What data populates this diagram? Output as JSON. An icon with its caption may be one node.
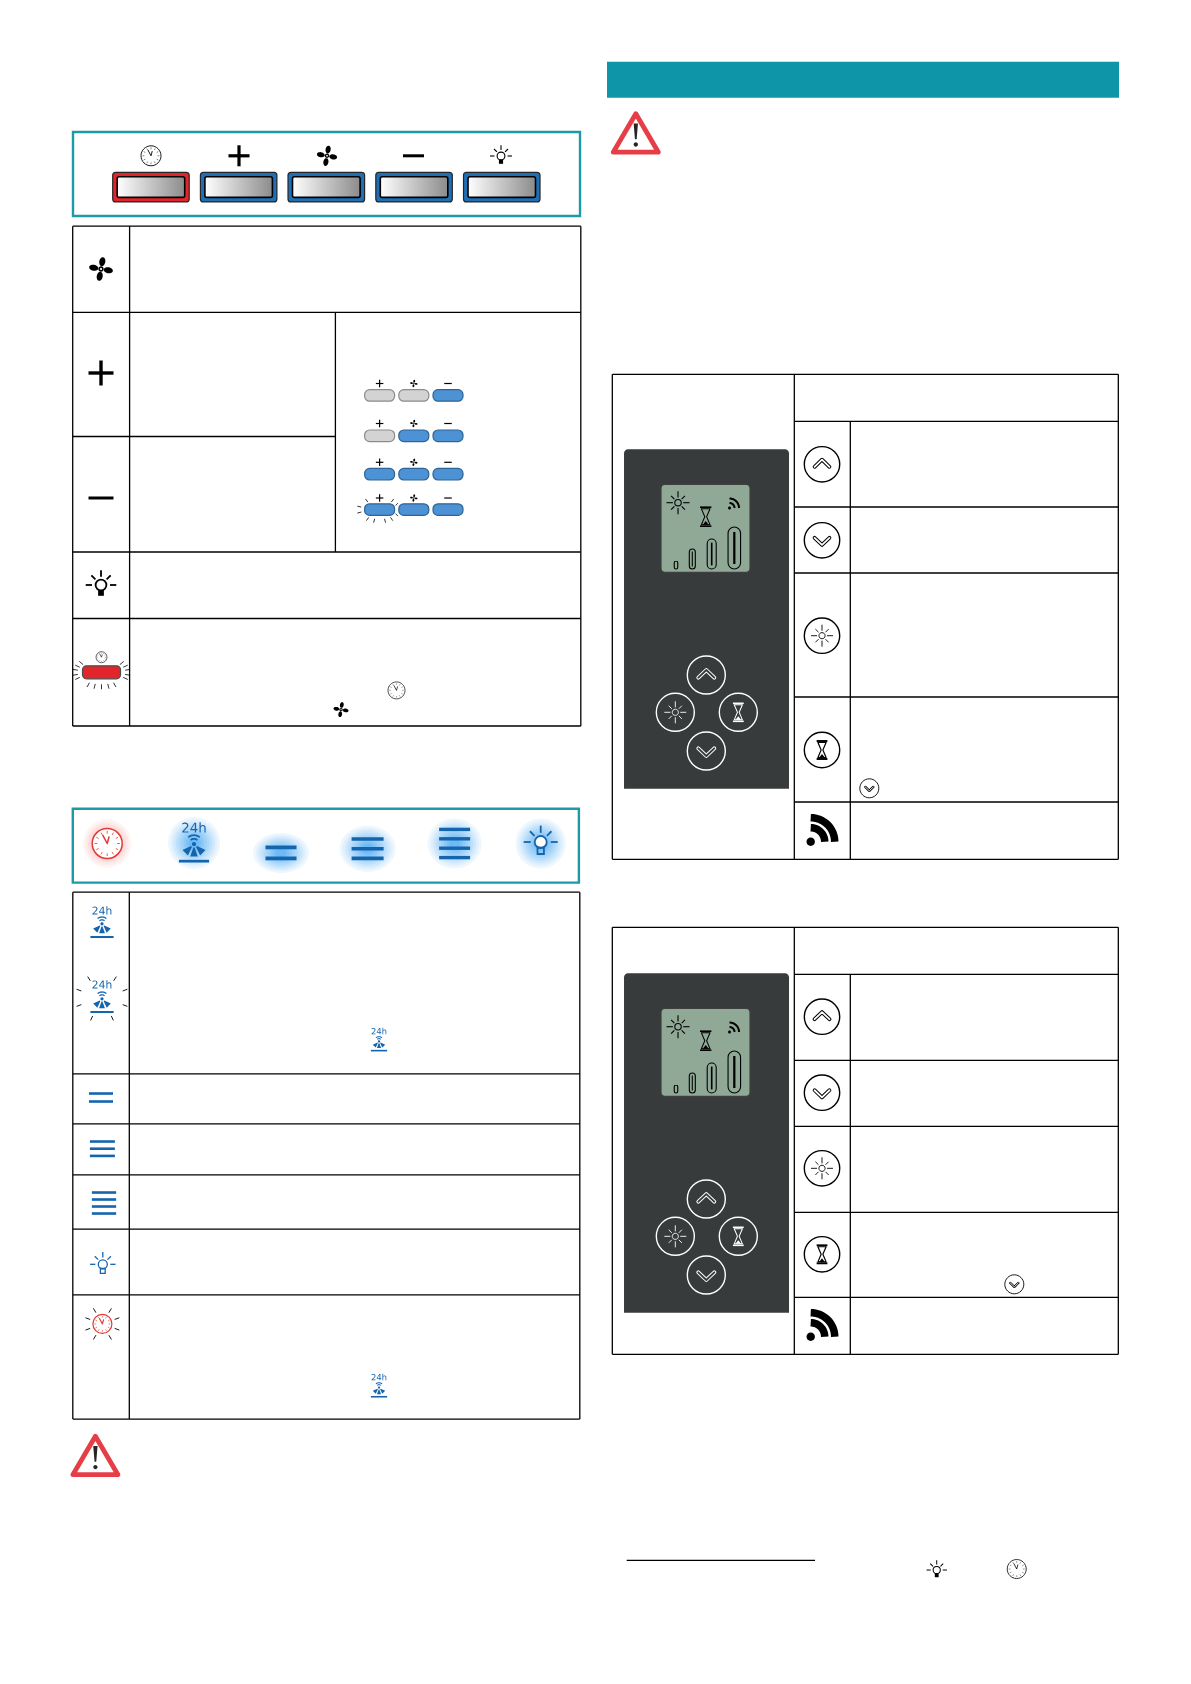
{
  "diagram": {
    "labels": [
      "24h",
      "24h",
      "24h",
      "24h",
      "24h"
    ]
  }
}
